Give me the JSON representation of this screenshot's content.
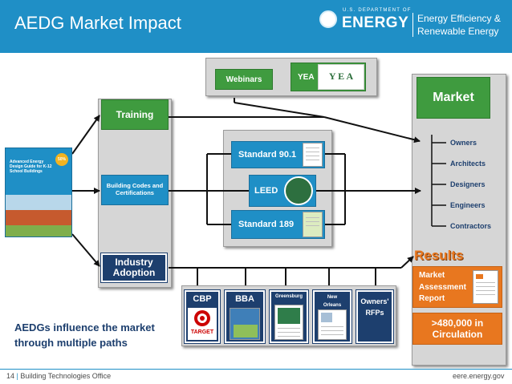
{
  "header": {
    "title": "AEDG Market Impact",
    "doe_department": "U.S. DEPARTMENT OF",
    "doe_energy": "ENERGY",
    "eere_line1": "Energy Efficiency &",
    "eere_line2": "Renewable Energy"
  },
  "top_panel": {
    "webinars": "Webinars",
    "yea": "YEA",
    "yea_logo_text": "Y E A"
  },
  "guide_cover": {
    "badge": "50%",
    "title": "Advanced Energy Design Guide for K-12 School Buildings"
  },
  "paths": {
    "training": "Training",
    "building_codes": "Building Codes and Certifications",
    "industry_adoption": "Industry Adoption"
  },
  "standards": {
    "standard_90_1": "Standard 90.1",
    "leed": "LEED",
    "standard_189": "Standard 189"
  },
  "adoption": {
    "cbp": "CBP",
    "cbp_logo_text": "TARGET",
    "bba": "BBA",
    "greensburg": "Greensburg",
    "new_orleans": "New Orleans",
    "owners_rfps": "Owners' RFPs"
  },
  "market": {
    "title": "Market",
    "items": [
      "Owners",
      "Architects",
      "Designers",
      "Engineers",
      "Contractors"
    ]
  },
  "results": {
    "title": "Results",
    "report": "Market Assessment Report",
    "circulation": ">480,000 in Circulation"
  },
  "caption": {
    "line1": "AEDGs influence the market",
    "line2": "through multiple paths"
  },
  "footer": {
    "page": "14",
    "office": "Building Technologies Office",
    "site": "eere.energy.gov"
  },
  "colors": {
    "header_blue": "#1f8fc6",
    "green": "#3f9b3f",
    "navy": "#1d3f6e",
    "orange": "#e8771f"
  }
}
